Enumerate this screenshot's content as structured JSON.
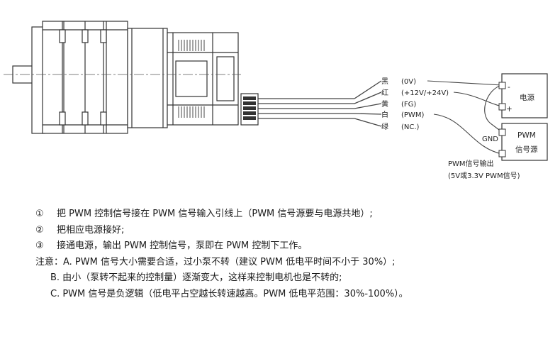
{
  "wires": [
    {
      "color": "黑",
      "signal": "(0V)"
    },
    {
      "color": "红",
      "signal": "(+12V/+24V)"
    },
    {
      "color": "黄",
      "signal": "(FG)"
    },
    {
      "color": "白",
      "signal": "(PWM)"
    },
    {
      "color": "绿",
      "signal": "(NC.)"
    }
  ],
  "power_box": {
    "label": "电源",
    "minus": "-",
    "plus": "+"
  },
  "pwm_box": {
    "label_line1": "PWM",
    "label_line2": "信号源"
  },
  "gnd_label": "GND",
  "pwm_output": {
    "line1": "PWM信号输出",
    "line2": "(5V或3.3V PWM信号)"
  },
  "notes": {
    "step1": {
      "num": "①",
      "text": "把 PWM 控制信号接在 PWM 信号输入引线上（PWM 信号源要与电源共地）;"
    },
    "step2": {
      "num": "②",
      "text": "把相应电源接好;"
    },
    "step3": {
      "num": "③",
      "text": "接通电源，输出 PWM 控制信号，泵即在 PWM 控制下工作。"
    },
    "note_a": "注意：A. PWM 信号大小需要合适，过小泵不转（建议 PWM 低电平时间不小于 30%）;",
    "note_b": "B. 由小（泵转不起来的控制量）逐渐变大，这样来控制电机也是不转的;",
    "note_c": "C. PWM 信号是负逻辑（低电平占空越长转速越高。PWM 低电平范围：30%-100%）。"
  }
}
